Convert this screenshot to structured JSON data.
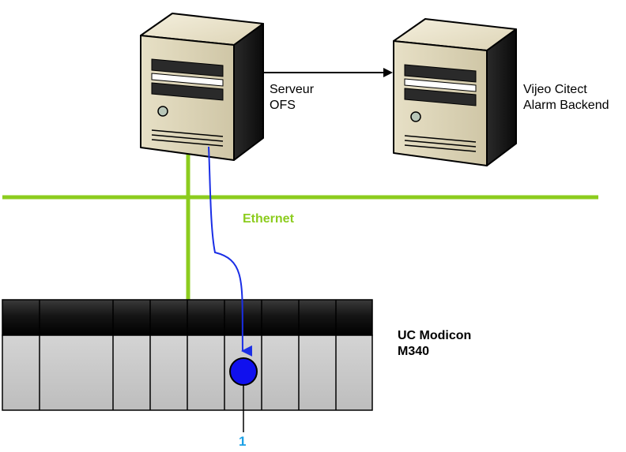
{
  "servers": {
    "ofs": {
      "label_line1": "Serveur",
      "label_line2": "OFS"
    },
    "alarm": {
      "label_line1": "Vijeo Citect",
      "label_line2": "Alarm Backend"
    }
  },
  "network": {
    "label": "Ethernet"
  },
  "plc": {
    "label_line1": "UC Modicon",
    "label_line2": "M340"
  },
  "callout": {
    "number": "1"
  },
  "colors": {
    "ethernet": "#8ccc1e",
    "flow_arrow": "#1a2ee6",
    "callout": "#1ba0e6",
    "module_marker": "#1010ee"
  },
  "icons": [
    "server-tower-icon",
    "server-tower-icon"
  ]
}
